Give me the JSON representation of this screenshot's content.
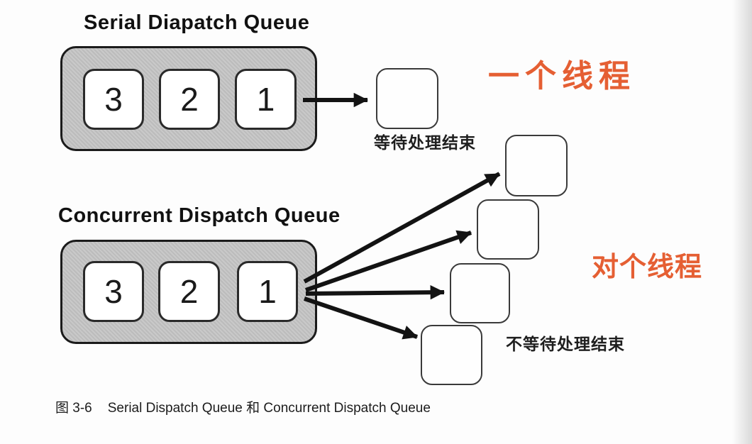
{
  "palette": {
    "accent_orange": "#E55F33",
    "queue_box_gray": "#C6C6C6",
    "line_black": "#161616"
  },
  "serial": {
    "title": "Serial Diapatch Queue",
    "tasks": [
      "3",
      "2",
      "1"
    ],
    "wait_label": "等待处理结束",
    "thread_note": "一个线程"
  },
  "concurrent": {
    "title": "Concurrent Dispatch Queue",
    "tasks": [
      "3",
      "2",
      "1"
    ],
    "wait_label": "不等待处理结束",
    "thread_note": "对个线程"
  },
  "caption": {
    "figure_label": "图 3-6",
    "text": "Serial Dispatch Queue 和 Concurrent Dispatch Queue"
  }
}
